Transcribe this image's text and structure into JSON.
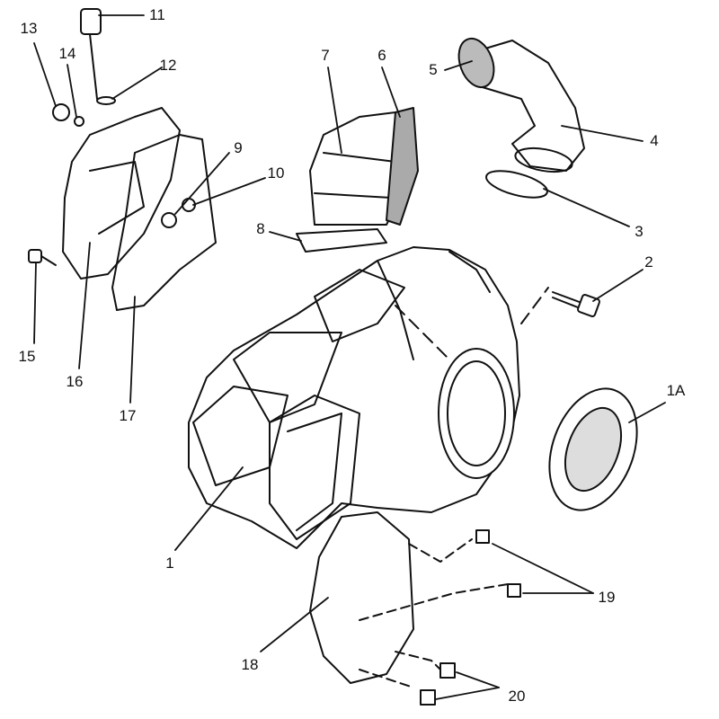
{
  "diagram": {
    "type": "exploded-parts-diagram",
    "ink_color": "#111111",
    "callouts": [
      "11",
      "13",
      "14",
      "12",
      "7",
      "6",
      "5",
      "4",
      "9",
      "10",
      "3",
      "8",
      "2",
      "15",
      "16",
      "17",
      "1A",
      "1",
      "19",
      "18",
      "20"
    ]
  }
}
